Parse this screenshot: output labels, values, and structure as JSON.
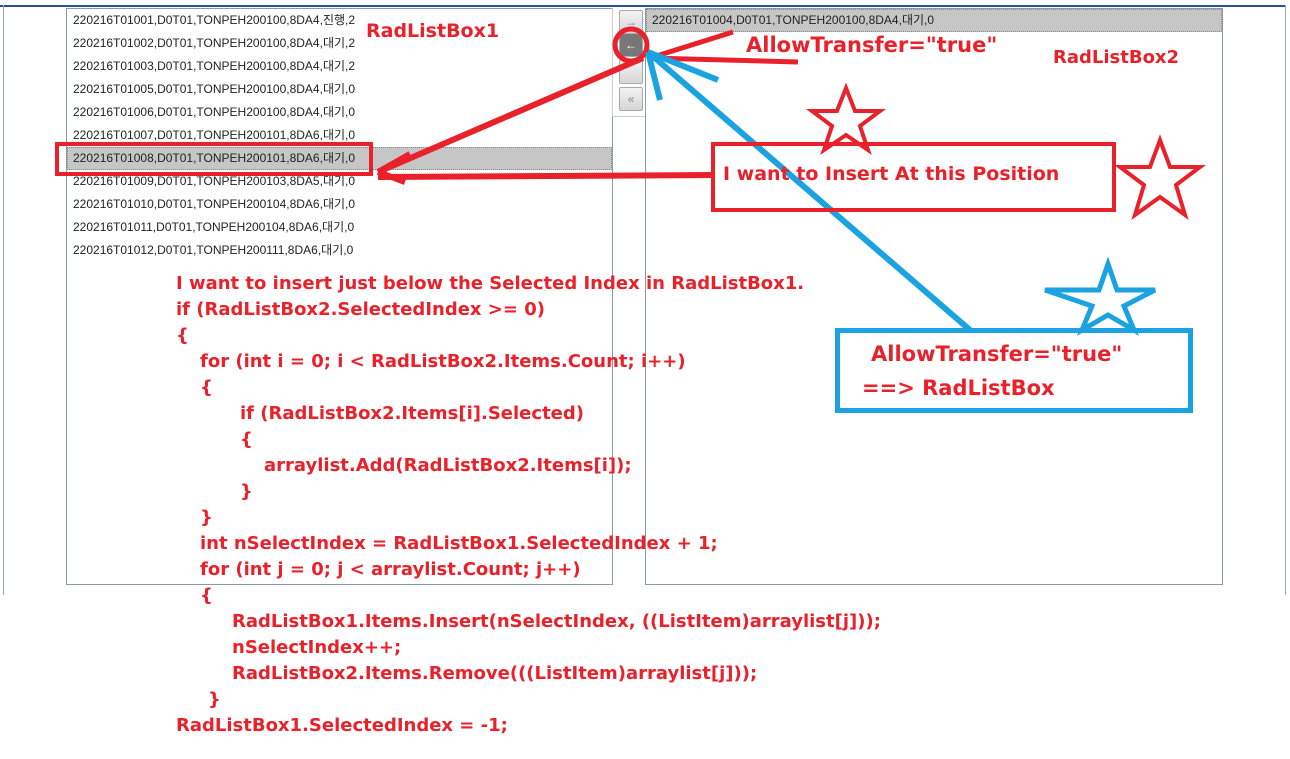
{
  "listbox1": {
    "label": "RadListBox1",
    "selected_index": 6,
    "items": [
      "220216T01001,D0T01,TONPEH200100,8DA4,진행,2",
      "220216T01002,D0T01,TONPEH200100,8DA4,대기,2",
      "220216T01003,D0T01,TONPEH200100,8DA4,대기,2",
      "220216T01005,D0T01,TONPEH200100,8DA4,대기,0",
      "220216T01006,D0T01,TONPEH200100,8DA4,대기,0",
      "220216T01007,D0T01,TONPEH200101,8DA6,대기,0",
      "220216T01008,D0T01,TONPEH200101,8DA6,대기,0",
      "220216T01009,D0T01,TONPEH200103,8DA5,대기,0",
      "220216T01010,D0T01,TONPEH200104,8DA6,대기,0",
      "220216T01011,D0T01,TONPEH200104,8DA6,대기,0",
      "220216T01012,D0T01,TONPEH200111,8DA6,대기,0"
    ]
  },
  "listbox2": {
    "label": "RadListBox2",
    "items": [
      "220216T01004,D0T01,TONPEH200100,8DA4,대기,0"
    ]
  },
  "transfer_buttons": {
    "right": "➔",
    "left": "🡐",
    "left_glyph": "←",
    "right_glyph": "→",
    "all_left": "«"
  },
  "annotations": {
    "allow_transfer": "AllowTransfer=\"true\"",
    "insert_here": "I want to Insert At this Position",
    "blue_line1": "AllowTransfer=\"true\"",
    "blue_line2": "==> RadListBox"
  },
  "code": [
    "I want to insert just below the Selected Index in RadListBox1.",
    "if (RadListBox2.SelectedIndex >= 0)",
    "{",
    "for (int i = 0; i < RadListBox2.Items.Count; i++)",
    "{",
    "if (RadListBox2.Items[i].Selected)",
    "{",
    "arraylist.Add(RadListBox2.Items[i]);",
    "}",
    "}",
    "int nSelectIndex = RadListBox1.SelectedIndex + 1;",
    "for (int j = 0; j < arraylist.Count; j++)",
    "{",
    "RadListBox1.Items.Insert(nSelectIndex, ((ListItem)arraylist[j]));",
    "nSelectIndex++;",
    "RadListBox2.Items.Remove(((ListItem)arraylist[j]));",
    "}",
    "RadListBox1.SelectedIndex = -1;"
  ],
  "colors": {
    "annotation_red": "#e8212b",
    "annotation_blue": "#1aa3e0",
    "selected_row": "#c6c6c6"
  }
}
